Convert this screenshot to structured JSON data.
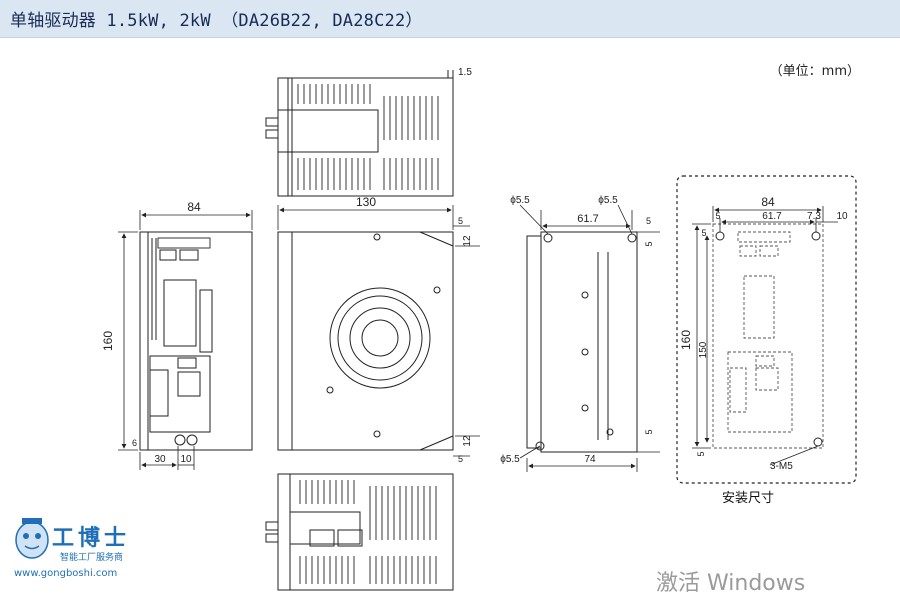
{
  "header": {
    "title": "单轴驱动器 1.5kW, 2kW （DA26B22, DA28C22）"
  },
  "unit_note": "（单位：mm）",
  "dimensions": {
    "top_gap": "1.5",
    "front_width": "84",
    "front_height": "160",
    "front_bottom_6": "6",
    "front_bottom_30": "30",
    "front_bottom_10": "10",
    "side_width": "130",
    "side_right_5_top": "5",
    "side_right_12_top": "12",
    "side_right_12_bottom": "12",
    "side_right_5_bottom": "5",
    "rear_phi_left": "ϕ5.5",
    "rear_phi_right": "ϕ5.5",
    "rear_61_7": "61.7",
    "rear_5_top": "5",
    "rear_5_right": "5",
    "rear_5_bottom": "5",
    "rear_phi_bottom": "ϕ5.5",
    "rear_74": "74",
    "mount_84": "84",
    "mount_5": "5",
    "mount_61_7": "61.7",
    "mount_7_3": "7.3",
    "mount_10": "10",
    "mount_5_left": "5",
    "mount_160": "160",
    "mount_150": "150",
    "mount_5_bottom": "5",
    "mount_screws": "3-M5"
  },
  "mount_caption": "安装尺寸",
  "logo": {
    "name": "工博士",
    "tagline": "智能工厂服务商",
    "url": "www.gongboshi.com"
  },
  "watermark": "激活 Windows",
  "colors": {
    "header_bg": "#dbe6f3",
    "line": "#222222",
    "logo_blue": "#1e6fb7"
  }
}
